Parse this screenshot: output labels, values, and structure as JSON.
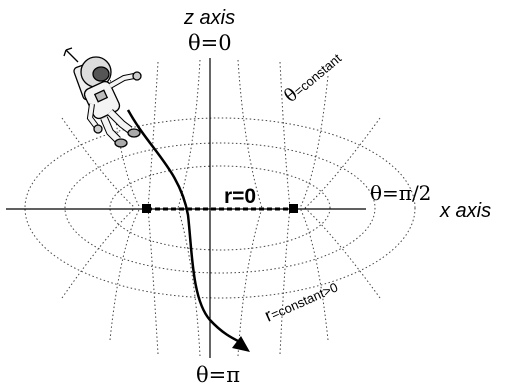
{
  "labels": {
    "z_axis": "z axis",
    "x_axis": "x axis",
    "theta_top": "θ=0",
    "theta_right": "θ=π/2",
    "theta_bottom": "θ=π",
    "theta_const_prefix": "θ",
    "theta_const_suffix": "=constant",
    "r_zero": "r=0",
    "r_const_prefix": "r",
    "r_const_suffix": "=constant>0"
  },
  "colors": {
    "ink": "#000000",
    "guide": "#555555",
    "background": "#ffffff"
  }
}
